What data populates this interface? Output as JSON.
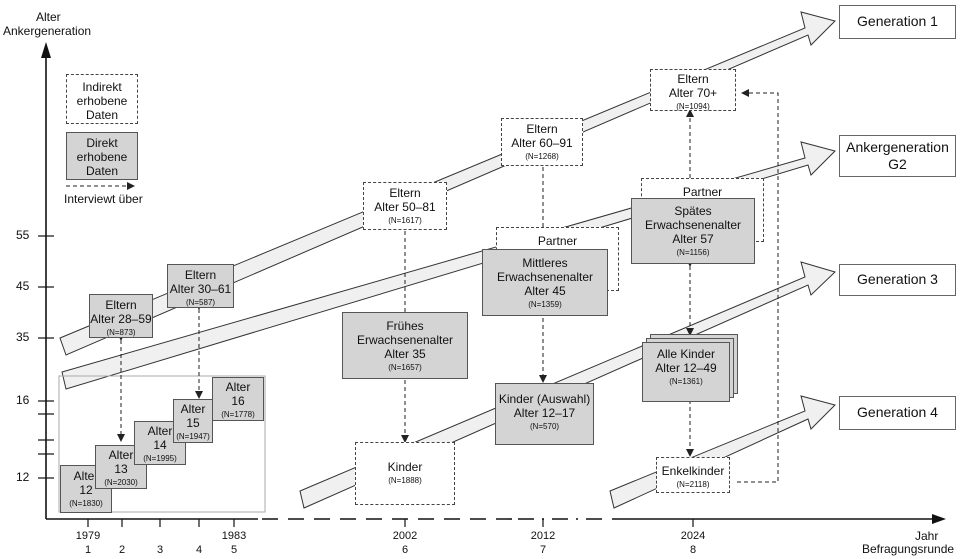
{
  "axis": {
    "y_title_line1": "Alter",
    "y_title_line2": "Ankergeneration",
    "y_ticks": [
      "55",
      "45",
      "35",
      "16",
      "12"
    ],
    "x_title_line1": "Jahr",
    "x_title_line2": "Befragungsrunde",
    "x_ticks": [
      {
        "year": "1979",
        "round": "1"
      },
      {
        "year": "",
        "round": "2"
      },
      {
        "year": "",
        "round": "3"
      },
      {
        "year": "",
        "round": "4"
      },
      {
        "year": "1983",
        "round": "5"
      },
      {
        "year": "2002",
        "round": "6"
      },
      {
        "year": "2012",
        "round": "7"
      },
      {
        "year": "2024",
        "round": "8"
      }
    ]
  },
  "legend": {
    "indirect": "Indirekt erhobene Daten",
    "direct": "Direkt erhobene Daten",
    "interviewed": "Interviewt über"
  },
  "generations": {
    "g1": "Generation 1",
    "g2_line1": "Ankergeneration",
    "g2_line2": "G2",
    "g3": "Generation 3",
    "g4": "Generation 4"
  },
  "boxes": {
    "early_r1": {
      "line1": "Alter",
      "line2": "12",
      "n": "(N=1830)"
    },
    "early_r2": {
      "line1": "Alter",
      "line2": "13",
      "n": "(N=2030)"
    },
    "early_r3": {
      "line1": "Alter",
      "line2": "14",
      "n": "(N=1995)"
    },
    "early_r4": {
      "line1": "Alter",
      "line2": "15",
      "n": "(N=1947)"
    },
    "early_r5": {
      "line1": "Alter",
      "line2": "16",
      "n": "(N=1778)"
    },
    "parents_r1": {
      "line1": "Eltern",
      "line2": "Alter 28–59",
      "n": "(N=873)"
    },
    "parents_r5": {
      "line1": "Eltern",
      "line2": "Alter 30–61",
      "n": "(N=587)"
    },
    "parents_2002": {
      "line1": "Eltern",
      "line2": "Alter 50–81",
      "n": "(N=1617)"
    },
    "parents_2012": {
      "line1": "Eltern",
      "line2": "Alter 60–91",
      "n": "(N=1268)"
    },
    "parents_2024": {
      "line1": "Eltern",
      "line2": "Alter 70+",
      "n": "(N=1094)"
    },
    "anchor_2002": {
      "line1": "Frühes",
      "line2": "Erwachsenenalter",
      "line3": "Alter 35",
      "n": "(N=1657)"
    },
    "anchor_2012": {
      "line1": "Mittleres",
      "line2": "Erwachsenenalter",
      "line3": "Alter 45",
      "n": "(N=1359)"
    },
    "anchor_2024": {
      "line1": "Spätes",
      "line2": "Erwachsenenalter",
      "line3": "Alter 57",
      "n": "(N=1156)"
    },
    "partner_2012": "Partner",
    "partner_2024": "Partner",
    "kids_2002": {
      "line1": "Kinder",
      "n": "(N=1888)"
    },
    "kids_2012": {
      "line1": "Kinder (Auswahl)",
      "line2": "Alter 12–17",
      "n": "(N=570)"
    },
    "kids_2024": {
      "line1": "Alle Kinder",
      "line2": "Alter 12–49",
      "n": "(N=1361)"
    },
    "grandkids_2024": {
      "line1": "Enkelkinder",
      "n": "(N=2118)"
    }
  }
}
